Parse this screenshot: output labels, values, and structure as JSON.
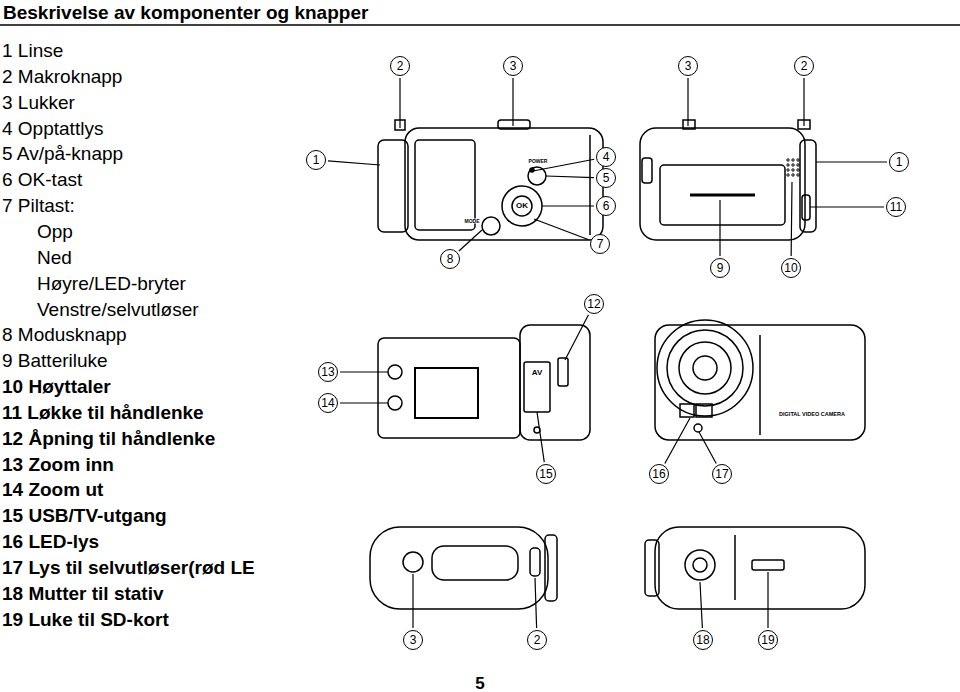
{
  "diagram": {
    "title": "Beskrivelse av komponenter og knapper",
    "labels": [
      "1 Linse",
      "2 Makroknapp",
      "3 Lukker",
      "4 Opptattlys",
      "5 Av/på-knapp",
      "6 OK-tast",
      "7 Piltast:",
      "Opp",
      "Ned",
      "Høyre/LED-bryter",
      "Venstre/selvutløser",
      "8 Modusknapp",
      "9 Batteriluke",
      "10 Høyttaler",
      "11 Løkke til håndlenke",
      "12 Åpning til håndlenke",
      "13 Zoom inn",
      "14 Zoom ut",
      "15 USB/TV-utgang",
      "16 LED-lys",
      "17 Lys til selvutløser(rød LE",
      "18 Mutter til stativ",
      "19 Luke til SD-kort",
      "2",
      "3",
      "3",
      "2",
      "1",
      "4",
      "1",
      "5",
      "6",
      "11",
      "7",
      "8",
      "9",
      "10",
      "12",
      "13",
      "14",
      "15",
      "16",
      "17",
      "3",
      "2",
      "18",
      "19",
      "POWER",
      "OK",
      "MODE",
      "AV",
      "DIGITAL VIDEO CAMERA",
      "5"
    ]
  }
}
